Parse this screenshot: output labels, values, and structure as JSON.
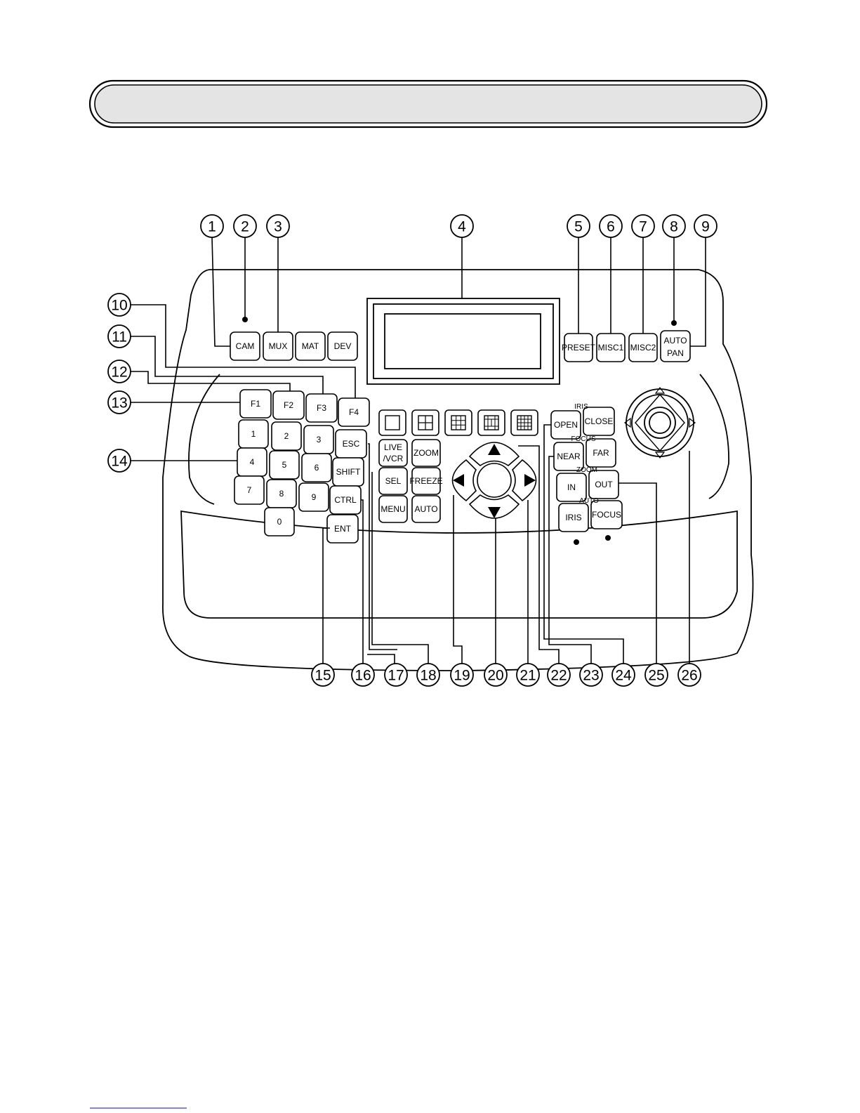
{
  "title_banner": {
    "text": ""
  },
  "callouts": [
    "1",
    "2",
    "3",
    "4",
    "5",
    "6",
    "7",
    "8",
    "9",
    "10",
    "11",
    "12",
    "13",
    "14",
    "15",
    "16",
    "17",
    "18",
    "19",
    "20",
    "21",
    "22",
    "23",
    "24",
    "25",
    "26"
  ],
  "keys": {
    "cam": "CAM",
    "mux": "MUX",
    "mat": "MAT",
    "dev": "DEV",
    "preset": "PRESET",
    "misc1": "MISC1",
    "misc2": "MISC2",
    "auto_pan_1": "AUTO",
    "auto_pan_2": "PAN",
    "f1": "F1",
    "f2": "F2",
    "f3": "F3",
    "f4": "F4",
    "n1": "1",
    "n2": "2",
    "n3": "3",
    "n4": "4",
    "n5": "5",
    "n6": "6",
    "n7": "7",
    "n8": "8",
    "n9": "9",
    "n0": "0",
    "esc": "ESC",
    "shift": "SHIFT",
    "ctrl": "CTRL",
    "ent": "ENT",
    "live_vcr_1": "LIVE",
    "live_vcr_2": "/VCR",
    "zoom": "ZOOM",
    "sel": "SEL",
    "freeze": "FREEZE",
    "menu": "MENU",
    "auto": "AUTO",
    "open": "OPEN",
    "close": "CLOSE",
    "near": "NEAR",
    "far": "FAR",
    "in": "IN",
    "out": "OUT",
    "iris": "IRIS",
    "focus": "FOCUS"
  },
  "group_labels": {
    "iris": "IRIS",
    "focus": "FOCUS",
    "zoom": "ZOOM",
    "auto": "AUTO"
  }
}
